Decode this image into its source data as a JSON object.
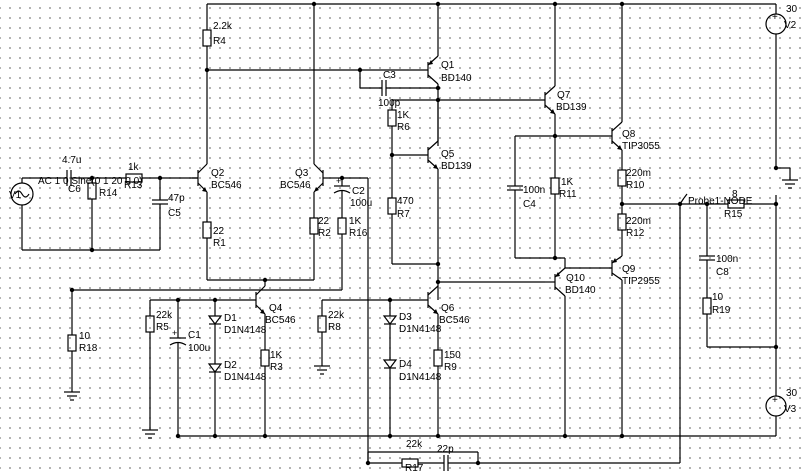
{
  "components": {
    "R4": {
      "ref": "R4",
      "value": "2.2k"
    },
    "R1": {
      "ref": "R1",
      "value": "22"
    },
    "R2": {
      "ref": "R2",
      "value": "22"
    },
    "R16": {
      "ref": "R16",
      "value": "1K"
    },
    "R14": {
      "ref": "R14",
      "value": "1k"
    },
    "R13": {
      "ref": "R13",
      "value": "1k"
    },
    "R18": {
      "ref": "R18",
      "value": "10"
    },
    "R5": {
      "ref": "R5",
      "value": "22k"
    },
    "R3": {
      "ref": "R3",
      "value": "1K"
    },
    "R8": {
      "ref": "R8",
      "value": "22k"
    },
    "R9": {
      "ref": "R9",
      "value": "150"
    },
    "R6": {
      "ref": "R6",
      "value": "1K"
    },
    "R7": {
      "ref": "R7",
      "value": "470"
    },
    "R11": {
      "ref": "R11",
      "value": "1K"
    },
    "R10": {
      "ref": "R10",
      "value": "220m"
    },
    "R12": {
      "ref": "R12",
      "value": "220m"
    },
    "R15": {
      "ref": "R15",
      "value": "8"
    },
    "R19": {
      "ref": "R19",
      "value": "10"
    },
    "R17": {
      "ref": "R17",
      "value": "22k"
    },
    "C6": {
      "ref": "C6",
      "value": "4.7u"
    },
    "C5": {
      "ref": "C5",
      "value": "47p"
    },
    "C2": {
      "ref": "C2",
      "value": "100u"
    },
    "C1": {
      "ref": "C1",
      "value": "100u"
    },
    "C3": {
      "ref": "C3",
      "value": "100p"
    },
    "C4": {
      "ref": "C4",
      "value": "100n"
    },
    "C8": {
      "ref": "C8",
      "value": "100n"
    },
    "C7": {
      "ref": "",
      "value": "22p"
    },
    "Q1": {
      "ref": "Q1",
      "value": "BD140"
    },
    "Q2": {
      "ref": "Q2",
      "value": "BC546"
    },
    "Q3": {
      "ref": "Q3",
      "value": "BC546"
    },
    "Q4": {
      "ref": "Q4",
      "value": "BC546"
    },
    "Q5": {
      "ref": "Q5",
      "value": "BD139"
    },
    "Q6": {
      "ref": "Q6",
      "value": "BC546"
    },
    "Q7": {
      "ref": "Q7",
      "value": "BD139"
    },
    "Q8": {
      "ref": "Q8",
      "value": "TIP3055"
    },
    "Q9": {
      "ref": "Q9",
      "value": "TIP2955"
    },
    "Q10": {
      "ref": "Q10",
      "value": "BD140"
    },
    "D1": {
      "ref": "D1",
      "value": "D1N4148"
    },
    "D2": {
      "ref": "D2",
      "value": "D1N4148"
    },
    "D3": {
      "ref": "D3",
      "value": "D1N4148"
    },
    "D4": {
      "ref": "D4",
      "value": "D1N4148"
    },
    "V1": {
      "ref": "V1",
      "spec": "AC 1 0 Sine(0 1 20 0 0)"
    },
    "V2": {
      "ref": "V2",
      "value": "30"
    },
    "V3": {
      "ref": "V3",
      "value": "30"
    },
    "probe": {
      "label": "Probe1-NODE"
    }
  },
  "colors": {
    "wire": "#000000",
    "grid_dot": "#9a9a9a",
    "background": "#ffffff"
  }
}
